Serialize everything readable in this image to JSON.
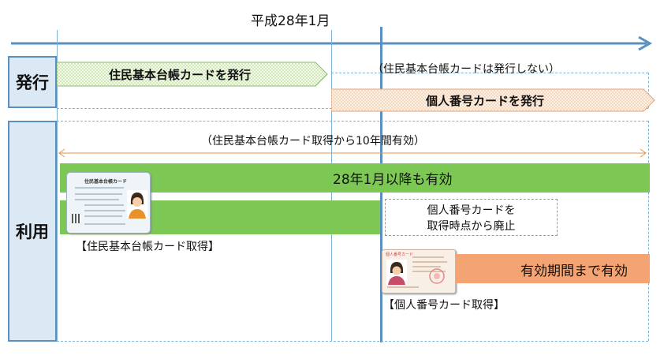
{
  "header": {
    "date_label": "平成28年1月"
  },
  "rows": {
    "issue_label": "発行",
    "use_label": "利用"
  },
  "issue": {
    "juki_label": "住民基本台帳カードを発行",
    "not_issued_note": "（住民基本台帳カードは発行しない）",
    "mynumber_label": "個人番号カードを発行"
  },
  "use": {
    "validity_note": "（住民基本台帳カード取得から10年間有効）",
    "valid_after_label": "28年1月以降も有効",
    "abolish_note_line1": "個人番号カードを",
    "abolish_note_line2": "取得時点から廃止",
    "valid_until_label": "有効期間まで有効",
    "juki_acquire_label": "【住民基本台帳カード取得】",
    "mynumber_acquire_label": "【個人番号カード取得】"
  },
  "juki_card": {
    "title": "住民基本台帳カード"
  },
  "mynumber_card": {
    "heading": "個人番号カード"
  },
  "colors": {
    "timeline_blue": "#5b8fc0",
    "side_fill": "#dbe9f5",
    "green": "#7dc855",
    "orange": "#f4a373",
    "arrow_orange": "#e0964a"
  }
}
